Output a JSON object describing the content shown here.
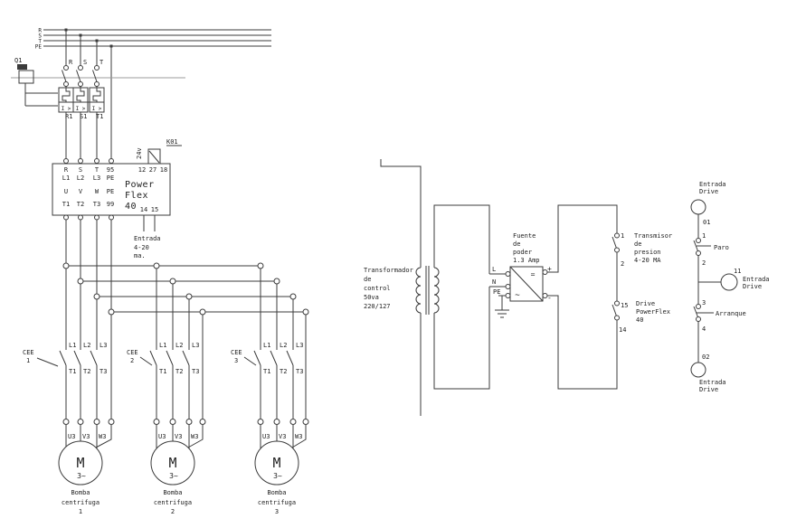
{
  "colors": {
    "wire": "#3b3b3b",
    "linkage": "#9b9b9b",
    "text": "#222222",
    "background": "#ffffff"
  },
  "bus": {
    "labels": [
      "R",
      "S",
      "T",
      "PE"
    ]
  },
  "q1": {
    "label": "Q1"
  },
  "poles": {
    "top": [
      "R",
      "S",
      "T"
    ],
    "trip": "I >",
    "out": [
      "R1",
      "S1",
      "T1"
    ]
  },
  "k01": {
    "label": "K01",
    "volt": "24v"
  },
  "drive": {
    "name": [
      "Power",
      "Flex",
      "40"
    ],
    "row1": [
      "R",
      "S",
      "T",
      "95"
    ],
    "row2": [
      "L1",
      "L2",
      "L3",
      "PE"
    ],
    "row3": [
      "U",
      "V",
      "W",
      "PE"
    ],
    "row4": [
      "T1",
      "T2",
      "T3",
      "99"
    ],
    "aux_top": [
      "12",
      "27",
      "18"
    ],
    "aux_bottom": [
      "14",
      "15"
    ]
  },
  "analog": {
    "lines": [
      "Entrada",
      "4-20",
      "ma."
    ]
  },
  "groups": [
    {
      "cee": "CEE",
      "n": "1",
      "l": [
        "L1",
        "L2",
        "L3"
      ],
      "t": [
        "T1",
        "T2",
        "T3"
      ]
    },
    {
      "cee": "CEE",
      "n": "2",
      "l": [
        "L1",
        "L2",
        "L3"
      ],
      "t": [
        "T1",
        "T2",
        "T3"
      ]
    },
    {
      "cee": "CEE",
      "n": "3",
      "l": [
        "L1",
        "L2",
        "L3"
      ],
      "t": [
        "T1",
        "T2",
        "T3"
      ]
    }
  ],
  "motors": [
    {
      "terms": [
        "U3",
        "V3",
        "W3"
      ],
      "m": "M",
      "ph": "3~",
      "cap": [
        "Bomba",
        "centrifuga",
        "1"
      ]
    },
    {
      "terms": [
        "U3",
        "V3",
        "W3"
      ],
      "m": "M",
      "ph": "3~",
      "cap": [
        "Bomba",
        "centrifuga",
        "2"
      ]
    },
    {
      "terms": [
        "U3",
        "V3",
        "W3"
      ],
      "m": "M",
      "ph": "3~",
      "cap": [
        "Bomba",
        "centrifuga",
        "3"
      ]
    }
  ],
  "xfmr": {
    "lines": [
      "Transformador",
      "de",
      "control",
      "50va",
      "220/127"
    ]
  },
  "psu": {
    "lines": [
      "Fuente",
      "de",
      "poder",
      "1.3 Amp"
    ],
    "inputs": [
      "L",
      "N",
      "PE"
    ],
    "plus": "+",
    "minus": "-",
    "dc": "=",
    "ac": "~"
  },
  "chain": {
    "t1": "1",
    "t2": "2",
    "t15": "15",
    "t14": "14",
    "transmitter": [
      "Transmisor",
      "de",
      "presion",
      "4-20 MA"
    ],
    "drive": [
      "Drive",
      "PowerFlex",
      "40"
    ]
  },
  "inputs": {
    "top": [
      "Entrada",
      "Drive"
    ],
    "n01": "01",
    "c1": "1",
    "paro": "Paro",
    "c2": "2",
    "n11": "11",
    "mid": [
      "Entrada",
      "Drive"
    ],
    "c3": "3",
    "arranque": "Arranque",
    "c4": "4",
    "n02": "02",
    "bottom": [
      "Entrada",
      "Drive"
    ]
  }
}
